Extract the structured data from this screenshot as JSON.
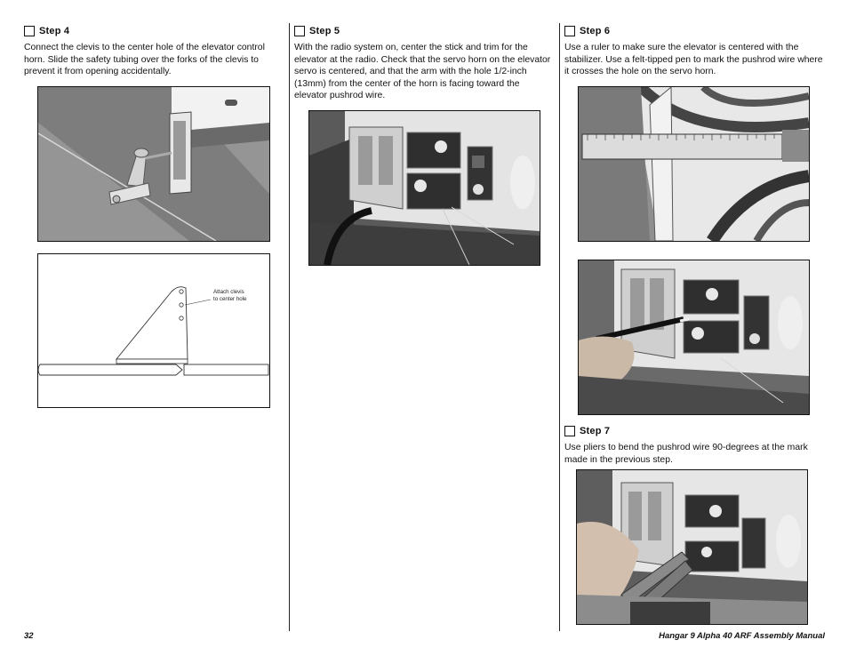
{
  "col1": {
    "step_label": "Step 4",
    "text": "Connect the clevis to the center hole of the elevator control horn. Slide the safety tubing over the forks of the clevis to prevent it from opening accidentally.",
    "diagram_label_line1": "Attach clevis",
    "diagram_label_line2": "to center hole"
  },
  "col2": {
    "step_label": "Step 5",
    "text": "With the radio system on, center the stick and trim for the elevator at the radio. Check that the servo horn on the elevator servo is centered, and that the arm with the hole 1/2-inch (13mm) from the center of the horn is facing toward the elevator pushrod wire."
  },
  "col3": {
    "step6_label": "Step 6",
    "step6_text": "Use a ruler to make sure the elevator is centered with the stabilizer. Use a felt-tipped pen to mark the pushrod wire where it crosses the hole on the servo horn.",
    "step7_label": "Step 7",
    "step7_text": "Use pliers to bend the pushrod wire 90-degrees at the mark made in the previous step."
  },
  "footer": {
    "page_number": "32",
    "manual_title": "Hangar 9 Alpha 40 ARF Assembly Manual"
  }
}
